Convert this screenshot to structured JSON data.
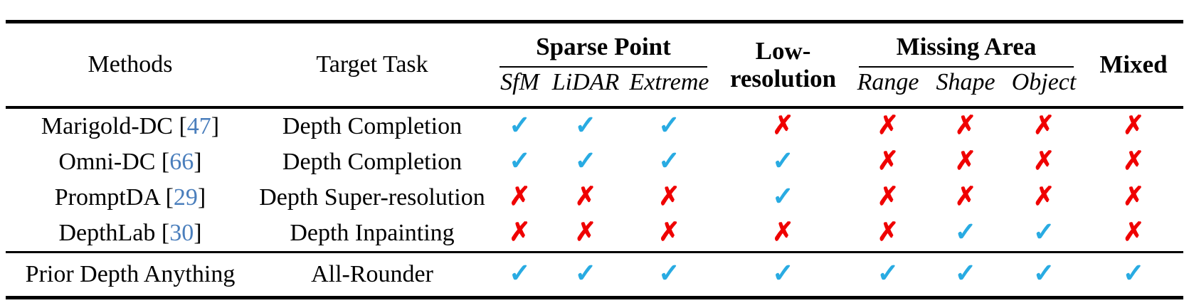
{
  "colors": {
    "check": "#29ABE2",
    "cross": "#EF0000",
    "citation": "#4A7EBC",
    "rule": "#000000"
  },
  "icons": {
    "check": "✓",
    "cross": "✗"
  },
  "punctuation": {
    "cite_open": "[",
    "cite_close": "]"
  },
  "table": {
    "header": {
      "methods": "Methods",
      "target_task": "Target Task",
      "groups": {
        "sparse_point": {
          "label": "Sparse Point",
          "sub": [
            "SfM",
            "LiDAR",
            "Extreme"
          ]
        },
        "low_resolution": {
          "line1": "Low-",
          "line2": "resolution"
        },
        "missing_area": {
          "label": "Missing Area",
          "sub": [
            "Range",
            "Shape",
            "Object"
          ]
        },
        "mixed": "Mixed"
      }
    },
    "rows": [
      {
        "method": "Marigold-DC",
        "citation": "47",
        "task": "Depth Completion",
        "marks": [
          "check",
          "check",
          "check",
          "cross",
          "cross",
          "cross",
          "cross",
          "cross"
        ]
      },
      {
        "method": "Omni-DC",
        "citation": "66",
        "task": "Depth Completion",
        "marks": [
          "check",
          "check",
          "check",
          "check",
          "cross",
          "cross",
          "cross",
          "cross"
        ]
      },
      {
        "method": "PromptDA",
        "citation": "29",
        "task": "Depth Super-resolution",
        "marks": [
          "cross",
          "cross",
          "cross",
          "check",
          "cross",
          "cross",
          "cross",
          "cross"
        ]
      },
      {
        "method": "DepthLab",
        "citation": "30",
        "task": "Depth Inpainting",
        "marks": [
          "cross",
          "cross",
          "cross",
          "cross",
          "cross",
          "check",
          "check",
          "cross"
        ]
      }
    ],
    "footer": {
      "method": "Prior Depth Anything",
      "task": "All-Rounder",
      "marks": [
        "check",
        "check",
        "check",
        "check",
        "check",
        "check",
        "check",
        "check"
      ]
    }
  }
}
